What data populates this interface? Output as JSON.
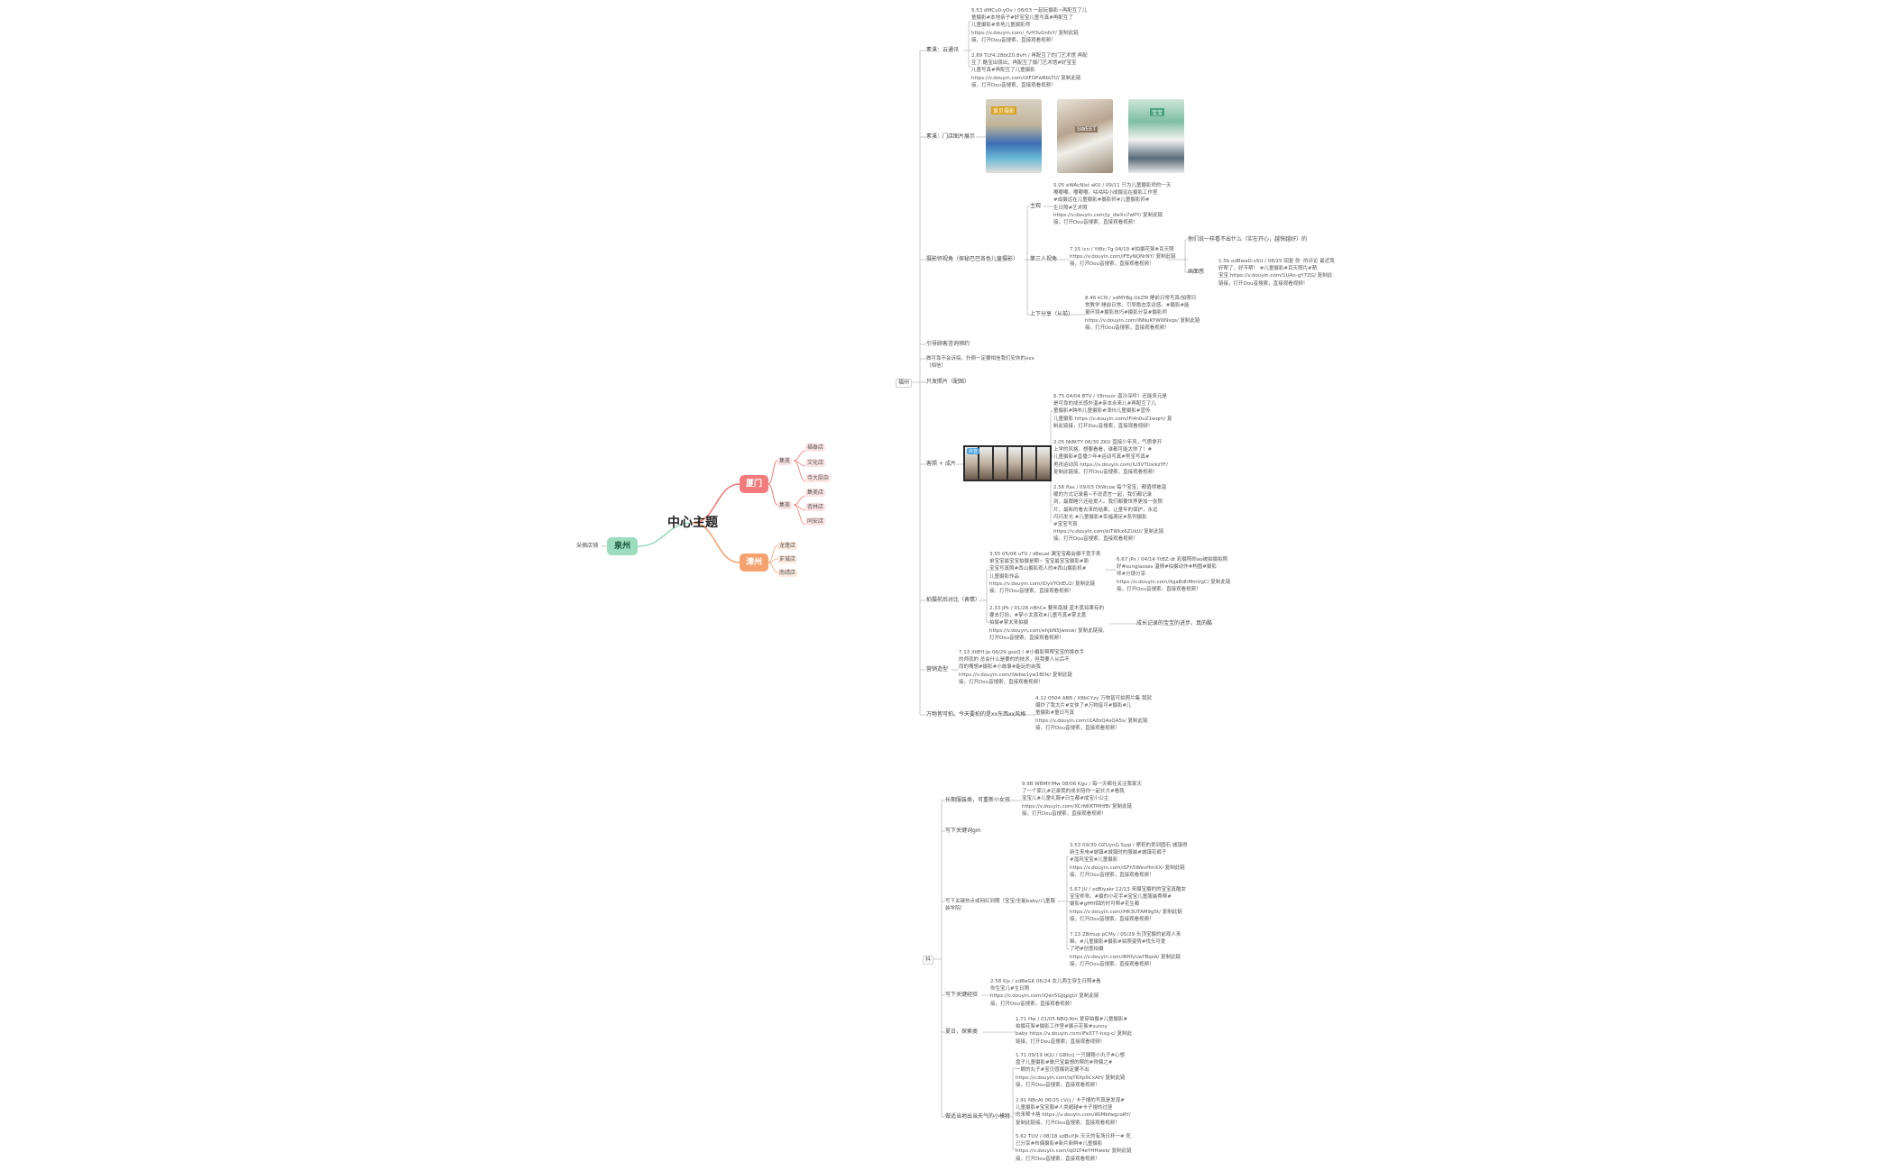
{
  "center_topic": "中心主题",
  "left_branch": {
    "label": "泉州",
    "child": "采摘店铺"
  },
  "branch_xiamen": {
    "label": "厦门",
    "parent_child": "集美",
    "children": [
      "福泰店",
      "文化店",
      "寺大厨杂",
      "集美店",
      "杏林店",
      "同安店"
    ]
  },
  "branch_zhangzhou": {
    "label": "漳州",
    "children": [
      "龙蓬店",
      "芗城店",
      "南靖店"
    ]
  },
  "branch_hub": "福州",
  "l1": {
    "yunxun": "素溪：云通讯",
    "mendian": "素溪：门店图片展示",
    "sheying": "摄影师视角（探秘巴巴各色儿童摄影）",
    "yuyue": "引导顾客咨询预约",
    "wenan": "做可靠不会诉搞，扑倒一定要相信我们安你的xxx（相信）",
    "xiangji": "只发照片（配图）",
    "anli": "客照 + 成片",
    "qianhou": "拍摄前后对比（表情）",
    "yingxiao": "营销造型",
    "wanwu": "万物皆可拍。今天要拍的是xx东西xx风格"
  },
  "l2": {
    "zhuguan": "主观",
    "disanren": "第三人视角",
    "fengxiang": "上下分享（从前）",
    "huapian": "画面感",
    "yiren": "他们说一样看不出什么（实在开心，越快越好）的"
  },
  "cnote": "成长记录的宝宝的进步。真的酷",
  "ph_tag_a": "爱贝摄影",
  "ph_tag_b": "SWEET",
  "ph_tag_c": "宝宝",
  "strip_tag": "抖音",
  "notes": {
    "n1": "5.53 dMCu0:yOv / 08/03 一起玩摄影~再配互了儿\n童摄影#本地亲子#好宝宝儿童写真#再配互了\n儿童摄影#本地儿童摄影师\nhttps://v.douyin.com/_fvH3vGnfsY/ 复制此链\n接，打开Dou音搜索，直接观看视频！",
    "n2": "2.89 TLY4:28btZ0:8vH / 再配互了的门艺术馆 再配\n互了 酷宝出镜出，再配互了摄门艺术馆#好宝宝\n儿童写真#再配互了儿童摄影\nhttps://v.douyin.com/iXFOPwBbLTU/ 复制此链\n接，打开Dou音搜索，直接观看视频！",
    "n3": "5.05 eWAcNlst aKU / 09/11 只为儿童摄影师的一天\n嘟嘟嘟。嘟嘟嘟。咕咕咕小成摄远在摄影工作室\n#成摄远在儿童摄影#摄影师#儿童摄影师#\n生日照#艺术照\nhttps://v.douyin.com/jy_dwXn7wPY/ 复制此链\n接，打开Dou音搜索，直接观看视频！",
    "n4": "7.15 icn / YtBc:7g 04/19 #拍摄花絮#百天照\nhttps://v.douyin.com/iFEyNQNrNY/ 复制此链\n接，打开Dou音搜索，直接观看视频！",
    "n5": "1.5b odBwaD:vSU / 08/25 回复 你  的评论 最近我\n好帮了，好不帮！ #儿童摄影#百天照片#萌\n宝宝 https://v.douyin.com/1UAn-gY7ZG/ 复制此\n链接，打开Dou音搜索，直接观看视频！",
    "n6": "8.46 kCN / xdMYBg:UkZM 睡前日常写真/拍照日\n常教学 睡前日常。引导稳态幸运感。#摄影#能\n量环境#摄影技巧#摄影分享#摄影师\nhttps://v.douyin.com/iNNuKYWW9sqs/ 复制此链\n接，打开Dou音搜索，直接观看视频！",
    "n7": "6.75 04/04 BTV / Y8muor 温冷深呼！还能来元是\n是可靠的成长感外温#亲本永来儿#再配互了儿\n童摄影#跨布儿童摄影#漳州儿童摄影#宣传\n儿童摄影 https://v.douyin.com/iFi4n0uZ1wqm/ 复\n制此链接，打开Dou音搜索，直接观看视频！",
    "n8": "2.05 NtBtTY 06/30 ZKU 直接少年风，气质拿开\n上学的风格。想要看看，谁都可能太帅了！#\n儿童摄影#直播少年#运动写真#男宝写真#\n男孩运动风 https://v.douyin.com/iU3VTUxikzYF/\n复制此链接，打开Dou音搜索，直接观看视频！",
    "n9": "2.56 flas / 09/03 OtWcoe 每个宝宝，都值得被温\n暖的方式记录着~不说谎言一起，我们都记录\n到，最跟睡只还给爱人。我们都要世界更加一张照\n片，最新的看去来的结果。让童年的保护，永远\n闪闪发光 #儿童摄影#幸福满足#系列摄影\n#宝宝写真\nhttps://v.douyin.com/kiTWkx6ZUkU/ 复制此链\n接，打开Dou音搜索，直接观看视频！",
    "n10": "3.55 05/08 uTU / d8euaI 漏宝宝都会摄不宽手表\n单宝宝最宝宝拍摄是期~ 宝宝最宝宝摄影#面\n宝宝写真照#西山摄影观人的#西山摄影机#\n儿童摄影作品\nhttps://v.douyin.com/iDyVYOtEU2/ 复制此链\n接，打开Dou音搜索，直接观看视频！",
    "n11": "6.67 jPs / 04/14 YtBZ:dt 彩摄照你ao被拍摄拍照\n好#sunglasses 温情#拍摄动作#构图#摄影\n师#分镜分享\nhttps://v.douyin.com/itgaBdhMmVgC/ 复制此链\n接，打开Dou音搜索，直接观看视频！",
    "n12": "2.33 jPk / 01/28 nBhCe 要来南城 蓝木蕉如果有的\n要去打扮。#掌小太喜欢#儿童写真#掌太蕉\n拍摄#掌太来拍摄\nhttps://v.douyin.com/ehjbN5Jwosw/ 复制此链接,\n打开Dou音搜索，直接观看视频！",
    "n13": "7.13 XtBYI:Jo 06/29 gsoQ / #小摄影帮帮宝宝的换衣手\n的师就的 总会什么是要的的技术，但我要人从后不\n而的嘴想#摄影#小故事#能玩的自我\nhttps://v.douyin.com/iVebw1yw1BOk/ 复制此链\n接，打开Dou音搜索，直接观看视频！",
    "n14": "4.12 0504 ABB / X8bCYzy 万物皆可拍照片集 我就\n爆炸了我大片#女侠了#万物皆可#摄影#儿\n童摄影#童日写真\nhttps://v.douyin.com/i1A8zQAsQA5s/ 复制此链\n接，打开Dou音搜索，直接观看视频！"
  },
  "b2_l1": {
    "changzhang": "长期服装类，可重新小女孩",
    "xiazai": "写下关键词gm",
    "wangluo": "写下关键热点或网红到期（宝宝/全能baby/儿童服装学院）",
    "xiaguan": "写下关键经验",
    "xiahou": "夏日，探索类",
    "huiju": "做适当地出当天气的小模特"
  },
  "b2_hub": "抖",
  "notes2": {
    "m1": "9.9B WBMY/Mw 08/06 Kgu / 每一天都在关注我家天\n了一个家儿#记录我的成长陪你一起长大#看我\n宝宝儿#儿童礼服#日生都#成宝小公主\nhttps://v.douyin.com/XCrNKKTMHfB/ 复制此链\n接，打开Dou音搜索，直接观看视频！",
    "m2": "3.53 09/30 OZUynG Syqi / 摩莉的卖到圆石 城镇得\n新生来电#城镇#城镇时的服装#城镇花裤子\n#湿风宝宝#儿童摄影\nhttps://v.douyin.com/iSFh5WevHmXX/ 复制此链\n接，打开Dou音搜索，直接观看视频！",
    "m3": "5.67 JU / xdBiyakr 12/13 来爆宝摄的的宝宝真酷女\n宝宝乖乖。#摄的小花手#宝宝儿童服装秀帮#\n摄影#gfffff回的时可帮#花生都\nhttps://v.douyin.com/iHK3UTAM9g5t/ 复制此链\n接，打开Dou音搜索，直接观看视频！",
    "m4": "7.13 ZBmup pCMy / 05/29 头顶宝摄的前观人来\n嘛。#儿童摄影#摄影#拍照姿势#找头可爱\n了吧#创意拍摄\nhttps://v.douyin.com/iBHfyUaYBqsA/ 复制此链\n接，打开Dou音搜索，直接观看视频！",
    "m5": "2.58 Kjs / xdBeGK 06/24 女儿两生穿生日照#看\n你生宝儿#生日照\nhttps://v.douyin.com/iQwr5GJqpgU/ 复制此链\n接，打开Dou音搜索，直接观看视频！",
    "m6": "1.71 Hw / 01/05 NBQ:Nm 爱穿拍摄#儿童摄影#\n拍摄花絮#摄影工作室#展示花絮#sunny\nbaby https://v.douyin.com/iFe5T7-hxg-c/ 复制此\n链接，打开Dou音搜索，直接观看视频！",
    "m7": "1.71 09/19 tKjU / GBfcrJ 一只腿稳小丸子#心想\n盘子儿童摄影#做只宝最想的帮的#得偏之#\n一颗的丸子#宝贝感爆到定要不出\nhttps://v.douyin.com/iqT6Xp6CxAH/ 复制此链\n接，打开Dou音搜索，直接观看视频！",
    "m8": "2.91 NBcAt 06/25 cVcj / 卡子搜的写真是发现#\n儿童摄影#宝宝服#人类超越#卡子搜的过竖\n的来帮卡格 https://v.douyin.com/iRIMbfwgcoRY/\n复制此链接，打开Dou音搜索，直接观看视频！",
    "m9": "5.62 TUV / 08/18 xdBuYJk 天天的有场日杯一# 死\n已分享#布偶摄影#新片新鲜#儿童摄影\nhttps://v.douyin.com/iqDLT4eYHHweb/ 复制此链\n接，打开Dou音搜索，直接观看视频！"
  }
}
